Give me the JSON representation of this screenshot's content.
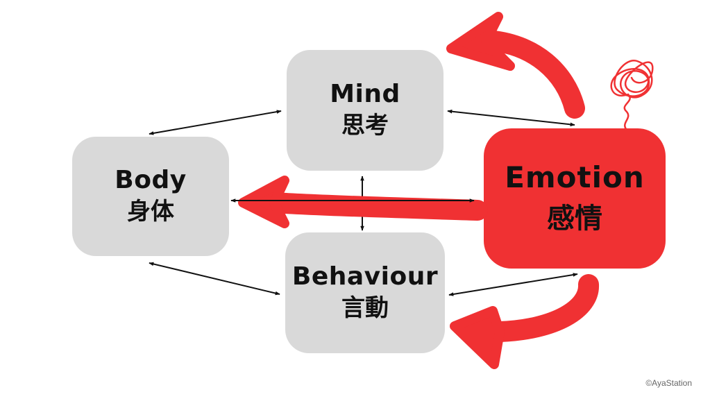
{
  "diagram": {
    "nodes": {
      "mind": {
        "en": "Mind",
        "ja": "思考"
      },
      "body": {
        "en": "Body",
        "ja": "身体"
      },
      "behaviour": {
        "en": "Behaviour",
        "ja": "言動"
      },
      "emotion": {
        "en": "Emotion",
        "ja": "感情"
      }
    },
    "connections": [
      [
        "mind",
        "body"
      ],
      [
        "mind",
        "emotion"
      ],
      [
        "body",
        "behaviour"
      ],
      [
        "behaviour",
        "emotion"
      ],
      [
        "mind",
        "behaviour"
      ],
      [
        "body",
        "emotion"
      ]
    ],
    "influence_arrows": [
      [
        "emotion",
        "mind"
      ],
      [
        "emotion",
        "body"
      ],
      [
        "emotion",
        "behaviour"
      ]
    ]
  },
  "colors": {
    "node_gray": "#d9d9d9",
    "node_emotion": "#f03133",
    "influence_arrow": "#f03133",
    "connector": "#111111"
  },
  "credit": "©AyaStation"
}
